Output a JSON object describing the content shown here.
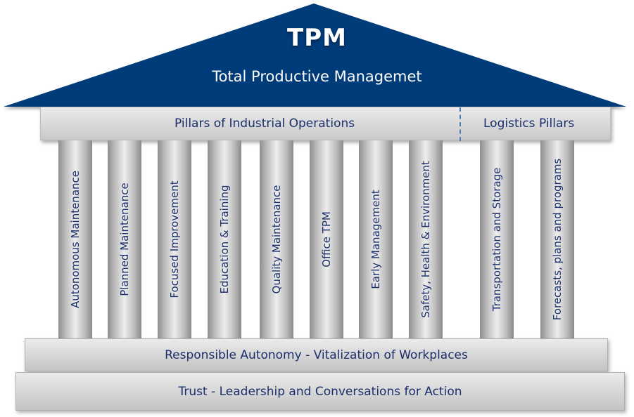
{
  "roof": {
    "title": "TPM",
    "subtitle": "Total Productive Managemet",
    "color": "#003b7a"
  },
  "beam": {
    "industrial_label": "Pillars of Industrial Operations",
    "logistics_label": "Logistics Pillars"
  },
  "pillars": [
    {
      "label": "Autonomous Maintenance",
      "group": "industrial"
    },
    {
      "label": "Planned Maintenance",
      "group": "industrial"
    },
    {
      "label": "Focused Improvement",
      "group": "industrial"
    },
    {
      "label": "Education & Training",
      "group": "industrial"
    },
    {
      "label": "Quality Maintenance",
      "group": "industrial"
    },
    {
      "label": "Office TPM",
      "group": "industrial"
    },
    {
      "label": "Early Management",
      "group": "industrial"
    },
    {
      "label": "Safety, Health & Environment",
      "group": "industrial"
    },
    {
      "label": "Transportation and Storage",
      "group": "logistics"
    },
    {
      "label": "Forecasts, plans and programs",
      "group": "logistics"
    }
  ],
  "foundation": {
    "upper_step": "Responsible Autonomy - Vitalization of Workplaces",
    "lower_step": "Trust - Leadership and Conversations for Action"
  }
}
